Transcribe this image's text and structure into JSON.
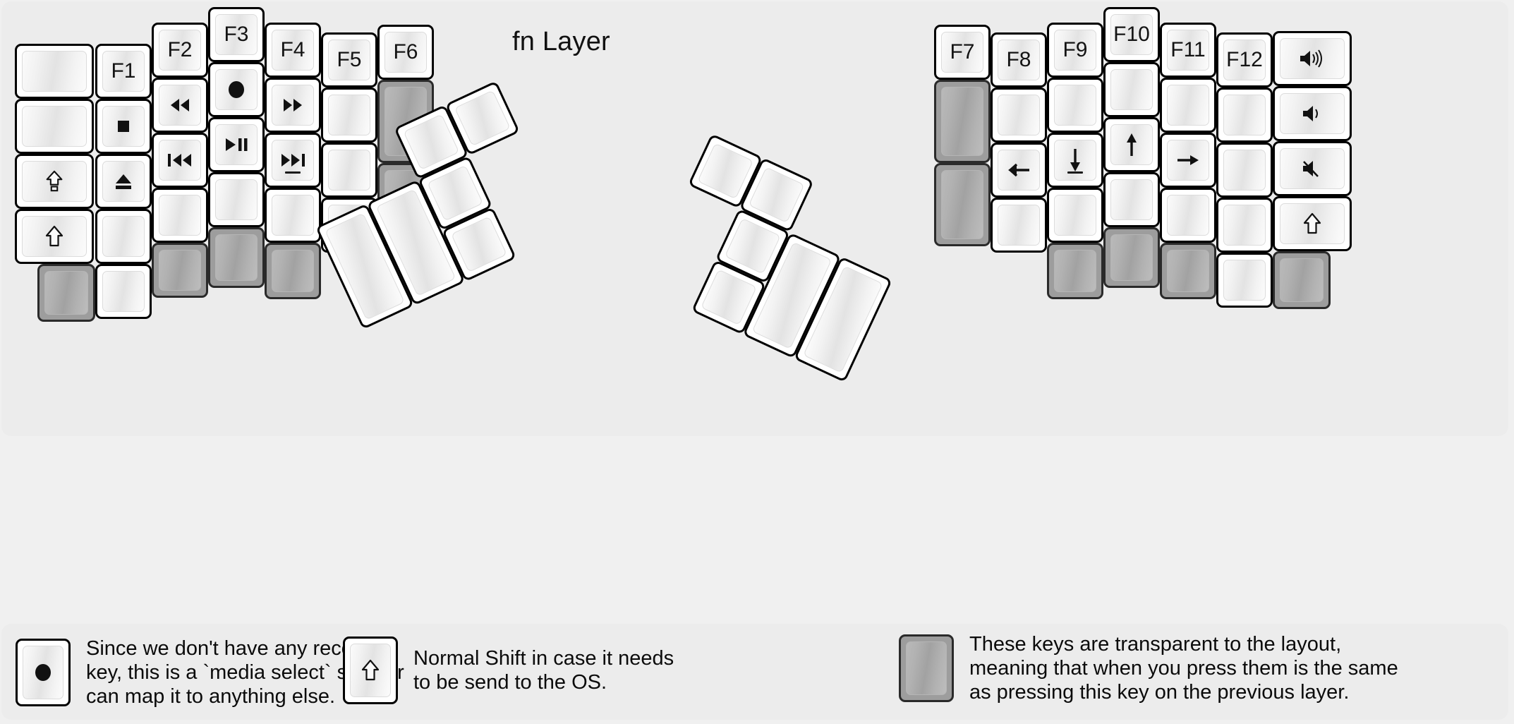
{
  "title": "fn Layer",
  "colors": {
    "background": "#f0f0f0",
    "panel": "#ececec",
    "key_face": "#ffffff",
    "key_border": "#000000",
    "transparent_key": "#9d9d9d",
    "text": "#111111"
  },
  "glyphs": {
    "stop": "■",
    "eject": "⏏",
    "caps_lock": "⇧",
    "shift": "⇧",
    "rewind": "◀◀",
    "fast_forward": "▶▶",
    "prev_track": "⏮",
    "next_track": "⏭",
    "play_pause": "▶❙❙",
    "record": "●",
    "arrow_left": "←",
    "arrow_down": "↓",
    "arrow_up": "↑",
    "arrow_right": "→",
    "volume_up": "🔊",
    "volume_down": "🔉",
    "volume_mute": "🔇"
  },
  "left_half": {
    "columns": [
      {
        "name": "pinky-outer",
        "keys": [
          {
            "label": "",
            "icon": "",
            "transparent": false
          },
          {
            "label": "",
            "icon": "",
            "transparent": false
          },
          {
            "label": "",
            "icon": "caps-lock-icon",
            "transparent": false
          },
          {
            "label": "",
            "icon": "shift-icon",
            "transparent": false
          },
          {
            "label": "",
            "icon": "",
            "transparent": true
          }
        ]
      },
      {
        "name": "pinky",
        "keys": [
          {
            "label": "F1",
            "icon": "",
            "transparent": false
          },
          {
            "label": "",
            "icon": "stop-icon",
            "transparent": false
          },
          {
            "label": "",
            "icon": "eject-icon",
            "transparent": false
          },
          {
            "label": "",
            "icon": "",
            "transparent": false
          },
          {
            "label": "",
            "icon": "",
            "transparent": false
          }
        ]
      },
      {
        "name": "ring",
        "keys": [
          {
            "label": "F2",
            "icon": "",
            "transparent": false
          },
          {
            "label": "",
            "icon": "rewind-icon",
            "transparent": false
          },
          {
            "label": "",
            "icon": "prev-track-icon",
            "transparent": false
          },
          {
            "label": "",
            "icon": "",
            "transparent": false
          },
          {
            "label": "",
            "icon": "",
            "transparent": true
          }
        ]
      },
      {
        "name": "middle",
        "keys": [
          {
            "label": "F3",
            "icon": "",
            "transparent": false
          },
          {
            "label": "",
            "icon": "record-icon",
            "transparent": false
          },
          {
            "label": "",
            "icon": "play-pause-icon",
            "transparent": false
          },
          {
            "label": "",
            "icon": "",
            "transparent": false
          },
          {
            "label": "",
            "icon": "",
            "transparent": true
          }
        ]
      },
      {
        "name": "index",
        "keys": [
          {
            "label": "F4",
            "icon": "",
            "transparent": false
          },
          {
            "label": "",
            "icon": "fast-forward-icon",
            "transparent": false
          },
          {
            "label": "",
            "icon": "next-track-icon",
            "transparent": false,
            "homerow": true
          },
          {
            "label": "",
            "icon": "",
            "transparent": false
          },
          {
            "label": "",
            "icon": "",
            "transparent": true
          }
        ]
      },
      {
        "name": "index-inner",
        "keys": [
          {
            "label": "F5",
            "icon": "",
            "transparent": false
          },
          {
            "label": "",
            "icon": "",
            "transparent": false
          },
          {
            "label": "",
            "icon": "",
            "transparent": false
          },
          {
            "label": "",
            "icon": "",
            "transparent": false
          }
        ]
      },
      {
        "name": "inner-extra",
        "keys": [
          {
            "label": "F6",
            "icon": "",
            "transparent": false
          },
          {
            "label": "",
            "icon": "",
            "transparent": true
          },
          {
            "label": "",
            "icon": "",
            "transparent": true
          }
        ]
      }
    ],
    "thumb_cluster": [
      {
        "name": "thumb-1u-upper",
        "label": "",
        "transparent": false
      },
      {
        "name": "thumb-1u-mid",
        "label": "",
        "transparent": false
      },
      {
        "name": "thumb-1u-lower",
        "label": "",
        "transparent": false
      },
      {
        "name": "thumb-1u-outer",
        "label": "",
        "transparent": false
      },
      {
        "name": "thumb-2u-inner",
        "label": "",
        "transparent": false
      },
      {
        "name": "thumb-2u-outer",
        "label": "",
        "transparent": false
      }
    ]
  },
  "right_half": {
    "columns": [
      {
        "name": "inner-extra",
        "keys": [
          {
            "label": "F7",
            "icon": "",
            "transparent": false
          },
          {
            "label": "",
            "icon": "",
            "transparent": true
          },
          {
            "label": "",
            "icon": "",
            "transparent": true
          }
        ]
      },
      {
        "name": "index-inner",
        "keys": [
          {
            "label": "F8",
            "icon": "",
            "transparent": false
          },
          {
            "label": "",
            "icon": "",
            "transparent": false
          },
          {
            "label": "",
            "icon": "arrow-left-icon",
            "transparent": false
          },
          {
            "label": "",
            "icon": "",
            "transparent": false
          }
        ]
      },
      {
        "name": "index",
        "keys": [
          {
            "label": "F9",
            "icon": "",
            "transparent": false
          },
          {
            "label": "",
            "icon": "",
            "transparent": false
          },
          {
            "label": "",
            "icon": "arrow-down-icon",
            "transparent": false,
            "homerow": true
          },
          {
            "label": "",
            "icon": "",
            "transparent": false
          },
          {
            "label": "",
            "icon": "",
            "transparent": true
          }
        ]
      },
      {
        "name": "middle",
        "keys": [
          {
            "label": "F10",
            "icon": "",
            "transparent": false
          },
          {
            "label": "",
            "icon": "",
            "transparent": false
          },
          {
            "label": "",
            "icon": "arrow-up-icon",
            "transparent": false
          },
          {
            "label": "",
            "icon": "",
            "transparent": false
          },
          {
            "label": "",
            "icon": "",
            "transparent": true
          }
        ]
      },
      {
        "name": "ring",
        "keys": [
          {
            "label": "F11",
            "icon": "",
            "transparent": false
          },
          {
            "label": "",
            "icon": "",
            "transparent": false
          },
          {
            "label": "",
            "icon": "arrow-right-icon",
            "transparent": false
          },
          {
            "label": "",
            "icon": "",
            "transparent": false
          },
          {
            "label": "",
            "icon": "",
            "transparent": true
          }
        ]
      },
      {
        "name": "pinky",
        "keys": [
          {
            "label": "F12",
            "icon": "",
            "transparent": false
          },
          {
            "label": "",
            "icon": "",
            "transparent": false
          },
          {
            "label": "",
            "icon": "",
            "transparent": false
          },
          {
            "label": "",
            "icon": "",
            "transparent": false
          },
          {
            "label": "",
            "icon": "",
            "transparent": false
          }
        ]
      },
      {
        "name": "pinky-outer",
        "keys": [
          {
            "label": "",
            "icon": "volume-up-icon",
            "transparent": false
          },
          {
            "label": "",
            "icon": "volume-down-icon",
            "transparent": false
          },
          {
            "label": "",
            "icon": "volume-mute-icon",
            "transparent": false
          },
          {
            "label": "",
            "icon": "shift-icon",
            "transparent": false
          },
          {
            "label": "",
            "icon": "",
            "transparent": true
          }
        ]
      }
    ],
    "thumb_cluster": [
      {
        "name": "thumb-1u-upper",
        "label": "",
        "transparent": false
      },
      {
        "name": "thumb-1u-mid",
        "label": "",
        "transparent": false
      },
      {
        "name": "thumb-1u-lower",
        "label": "",
        "transparent": false
      },
      {
        "name": "thumb-1u-outer",
        "label": "",
        "transparent": false
      },
      {
        "name": "thumb-2u-inner",
        "label": "",
        "transparent": false
      },
      {
        "name": "thumb-2u-outer",
        "label": "",
        "transparent": false
      }
    ]
  },
  "legend": [
    {
      "key_icon": "record-icon",
      "key_type": "normal",
      "text": "Since we don't have any recording\nkey, this is a `media select` so user\ncan map it to anything else."
    },
    {
      "key_icon": "shift-icon",
      "key_type": "normal",
      "text": "Normal Shift in case it needs\nto be send to the OS."
    },
    {
      "key_icon": "",
      "key_type": "transparent",
      "text": "These keys are transparent to the layout,\nmeaning that when you press them is the same\nas pressing this key on the previous layer."
    }
  ]
}
